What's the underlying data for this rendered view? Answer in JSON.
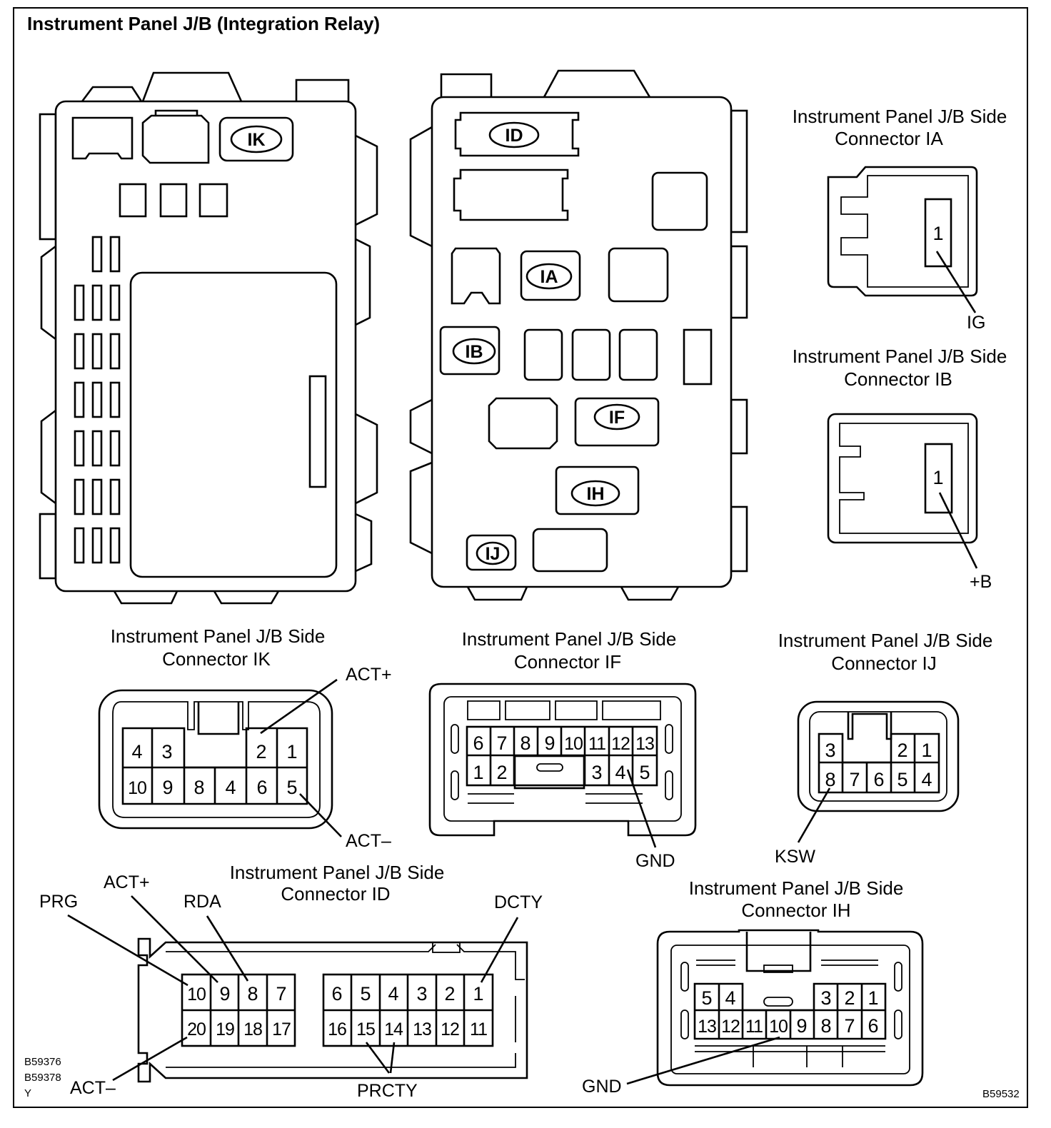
{
  "title": "Instrument Panel J/B (Integration Relay)",
  "jb_tags": {
    "ik": "IK",
    "id": "ID",
    "ia": "IA",
    "ib": "IB",
    "if": "IF",
    "ih": "IH",
    "ij": "IJ"
  },
  "connectors": {
    "ia": {
      "caption1": "Instrument Panel J/B Side",
      "caption2": "Connector IA",
      "pins": [
        "1"
      ],
      "labels": {
        "ig": "IG"
      }
    },
    "ib": {
      "caption1": "Instrument Panel J/B Side",
      "caption2": "Connector IB",
      "pins": [
        "1"
      ],
      "labels": {
        "plus_b": "+B"
      }
    },
    "ik": {
      "caption1": "Instrument Panel J/B Side",
      "caption2": "Connector IK",
      "top_pins": [
        "4",
        "3",
        "2",
        "1"
      ],
      "bottom_pins": [
        "10",
        "9",
        "8",
        "4",
        "6",
        "5"
      ],
      "labels": {
        "act_plus": "ACT+",
        "act_minus": "ACT–"
      }
    },
    "if": {
      "caption1": "Instrument Panel J/B Side",
      "caption2": "Connector IF",
      "top_pins": [
        "6",
        "7",
        "8",
        "9",
        "10",
        "11",
        "12",
        "13"
      ],
      "bottom_pins": [
        "1",
        "2",
        "3",
        "4",
        "5"
      ],
      "labels": {
        "gnd": "GND"
      }
    },
    "ij": {
      "caption1": "Instrument Panel J/B Side",
      "caption2": "Connector IJ",
      "top_pins": [
        "3",
        "2",
        "1"
      ],
      "bottom_pins": [
        "8",
        "7",
        "6",
        "5",
        "4"
      ],
      "labels": {
        "ksw": "KSW"
      }
    },
    "id": {
      "caption1": "Instrument Panel J/B Side",
      "caption2": "Connector ID",
      "top_pins": [
        "10",
        "9",
        "8",
        "7",
        "6",
        "5",
        "4",
        "3",
        "2",
        "1"
      ],
      "bottom_pins": [
        "20",
        "19",
        "18",
        "17",
        "16",
        "15",
        "14",
        "13",
        "12",
        "11"
      ],
      "labels": {
        "prg": "PRG",
        "act_plus": "ACT+",
        "rda": "RDA",
        "dcty": "DCTY",
        "act_minus": "ACT–",
        "prcty": "PRCTY"
      }
    },
    "ih": {
      "caption1": "Instrument Panel J/B Side",
      "caption2": "Connector IH",
      "top_pins": [
        "5",
        "4",
        "3",
        "2",
        "1"
      ],
      "bottom_pins": [
        "13",
        "12",
        "11",
        "10",
        "9",
        "8",
        "7",
        "6"
      ],
      "labels": {
        "gnd": "GND"
      }
    }
  },
  "codes": {
    "left1": "B59376",
    "left2": "B59378",
    "left3": "Y",
    "right": "B59532"
  }
}
